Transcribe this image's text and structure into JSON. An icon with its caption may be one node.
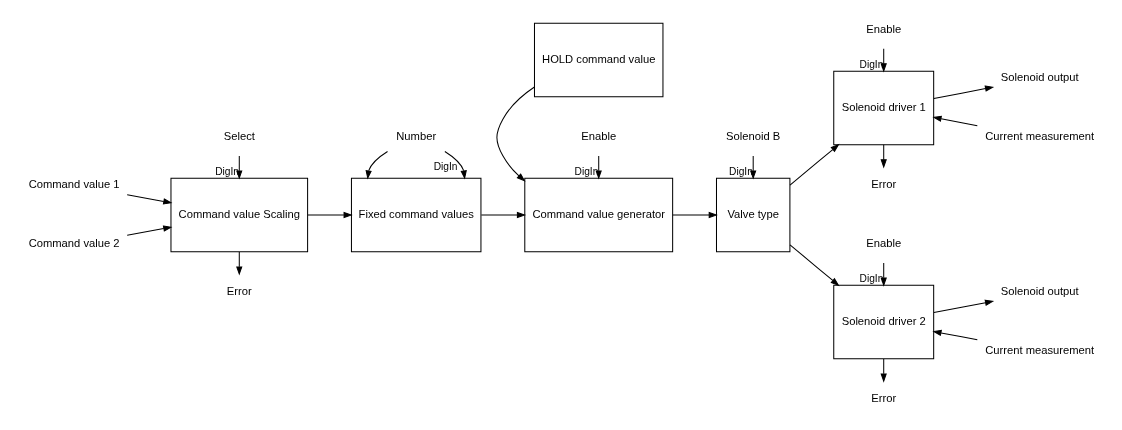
{
  "diagram": {
    "nodes": [
      {
        "text": [
          "Command value 1"
        ]
      },
      {
        "text": [
          "Command value 2"
        ]
      },
      {
        "text": [
          "Command value Scaling"
        ]
      },
      {
        "text": [
          "Select"
        ]
      },
      {
        "text": [
          "Error"
        ]
      },
      {
        "text": [
          "Fixed command values"
        ]
      },
      {
        "text": [
          "Number"
        ]
      },
      {
        "text": [
          "HOLD command value"
        ]
      },
      {
        "text": [
          "Command value generator"
        ]
      },
      {
        "text": [
          "Enable"
        ]
      },
      {
        "text": [
          "Valve type"
        ]
      },
      {
        "text": [
          "Solenoid B"
        ]
      },
      {
        "text": [
          "Solenoid driver 1"
        ]
      },
      {
        "text": [
          "Solenoid output"
        ]
      },
      {
        "text": [
          "Current measurement"
        ]
      },
      {
        "text": [
          "Enable"
        ]
      },
      {
        "text": [
          "Error"
        ]
      },
      {
        "text": [
          "Solenoid driver 2"
        ]
      },
      {
        "text": [
          "Solenoid output"
        ]
      },
      {
        "text": [
          "Current measurement"
        ]
      },
      {
        "text": [
          "Enable"
        ]
      },
      {
        "text": [
          "Error"
        ]
      }
    ],
    "edges": [
      {
        "from": 0,
        "to": 2,
        "arrow": "to"
      },
      {
        "from": 1,
        "to": 2,
        "arrow": "to"
      },
      {
        "from": 3,
        "to": 2,
        "arrow": "to",
        "label": "DigIn"
      },
      {
        "from": 2,
        "to": 4,
        "arrow": "to"
      },
      {
        "from": 2,
        "to": 5,
        "arrow": "to"
      },
      {
        "from": 6,
        "to": 5,
        "arrow": "to",
        "label": "DigIn"
      },
      {
        "from": 6,
        "to": 5,
        "arrow": "to"
      },
      {
        "from": 7,
        "to": 8,
        "arrow": "to"
      },
      {
        "from": 5,
        "to": 8,
        "arrow": "to"
      },
      {
        "from": 9,
        "to": 8,
        "arrow": "to",
        "label": "DigIn"
      },
      {
        "from": 8,
        "to": 10,
        "arrow": "to"
      },
      {
        "from": 11,
        "to": 10,
        "arrow": "to",
        "label": "DigIn"
      },
      {
        "from": 10,
        "to": 12,
        "arrow": "to"
      },
      {
        "from": 10,
        "to": 17,
        "arrow": "to"
      },
      {
        "from": 12,
        "to": 13,
        "arrow": "to"
      },
      {
        "from": 14,
        "to": 12,
        "arrow": "to"
      },
      {
        "from": 15,
        "to": 12,
        "arrow": "to",
        "label": "DigIn"
      },
      {
        "from": 12,
        "to": 16,
        "arrow": "to"
      },
      {
        "from": 17,
        "to": 18,
        "arrow": "to"
      },
      {
        "from": 19,
        "to": 17,
        "arrow": "to"
      },
      {
        "from": 20,
        "to": 17,
        "arrow": "to",
        "label": "DigIn"
      },
      {
        "from": 17,
        "to": 21,
        "arrow": "to"
      }
    ]
  }
}
